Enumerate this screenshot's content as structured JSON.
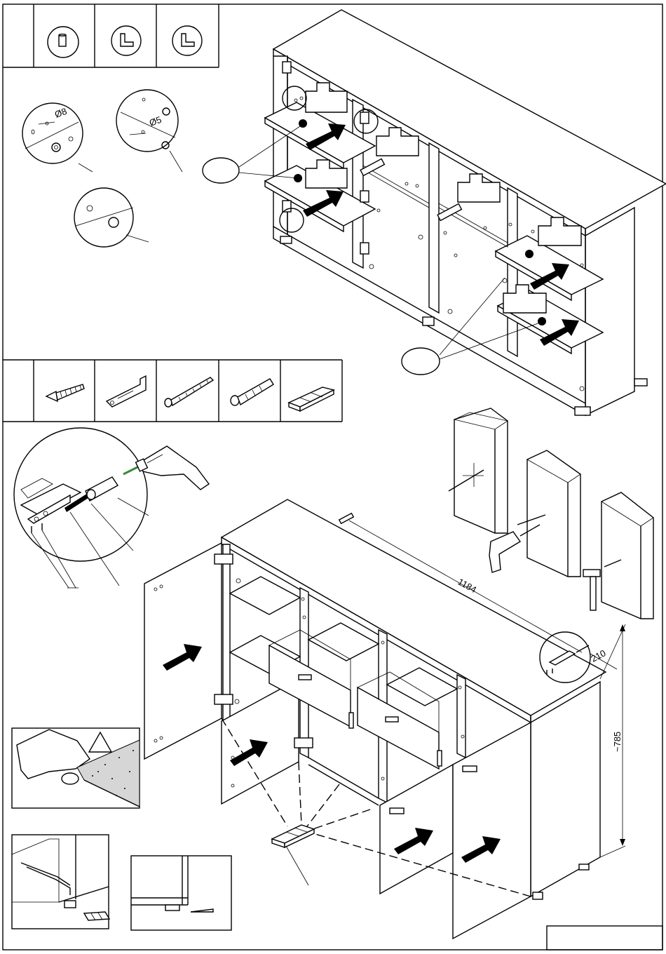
{
  "dimensions": {
    "depth": "210",
    "height": "~785",
    "bracket_spacing": "1184"
  },
  "detail_labels": {
    "hole_large": "Ø8",
    "hole_small": "Ø5"
  },
  "colors": {
    "ink": "#000000",
    "paper": "#ffffff",
    "drill_bit_mark": "#3a8a3a"
  },
  "icons": {
    "warning": "warning-triangle-icon",
    "arrow": "push-arrow-icon"
  }
}
